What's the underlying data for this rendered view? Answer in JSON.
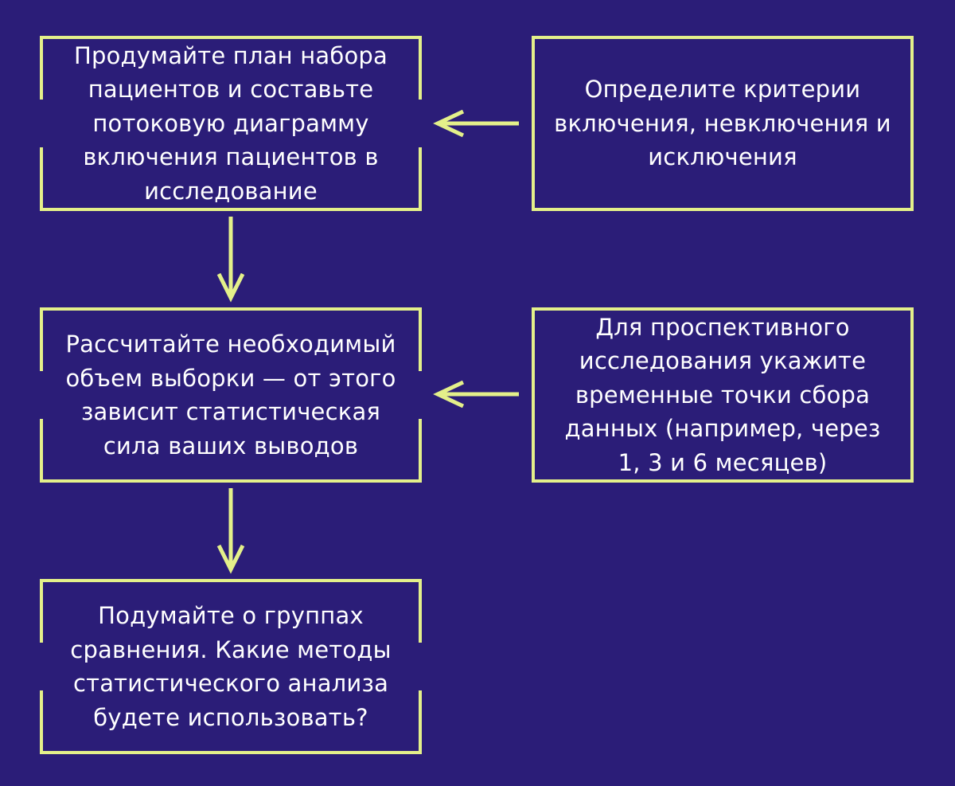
{
  "colors": {
    "background": "#2b1d78",
    "accent": "#e4f08a",
    "text": "#ffffff"
  },
  "boxes": {
    "recruitment_plan": "Продумайте план набора\nпациентов и составьте\nпотоковую диаграмму\nвключения пациентов в\nисследование",
    "criteria": "Определите критерии\nвключения, невключения и\nисключения",
    "sample_size": "Рассчитайте необходимый\nобъем выборки — от этого\nзависит статистическая\nсила ваших выводов",
    "time_points": "Для проспективного\nисследования укажите\nвременные точки сбора\nданных (например, через\n1, 3 и 6 месяцев)",
    "comparison_groups": "Подумайте о группах\nсравнения. Какие методы\nстатистического анализа\nбудете использовать?"
  }
}
